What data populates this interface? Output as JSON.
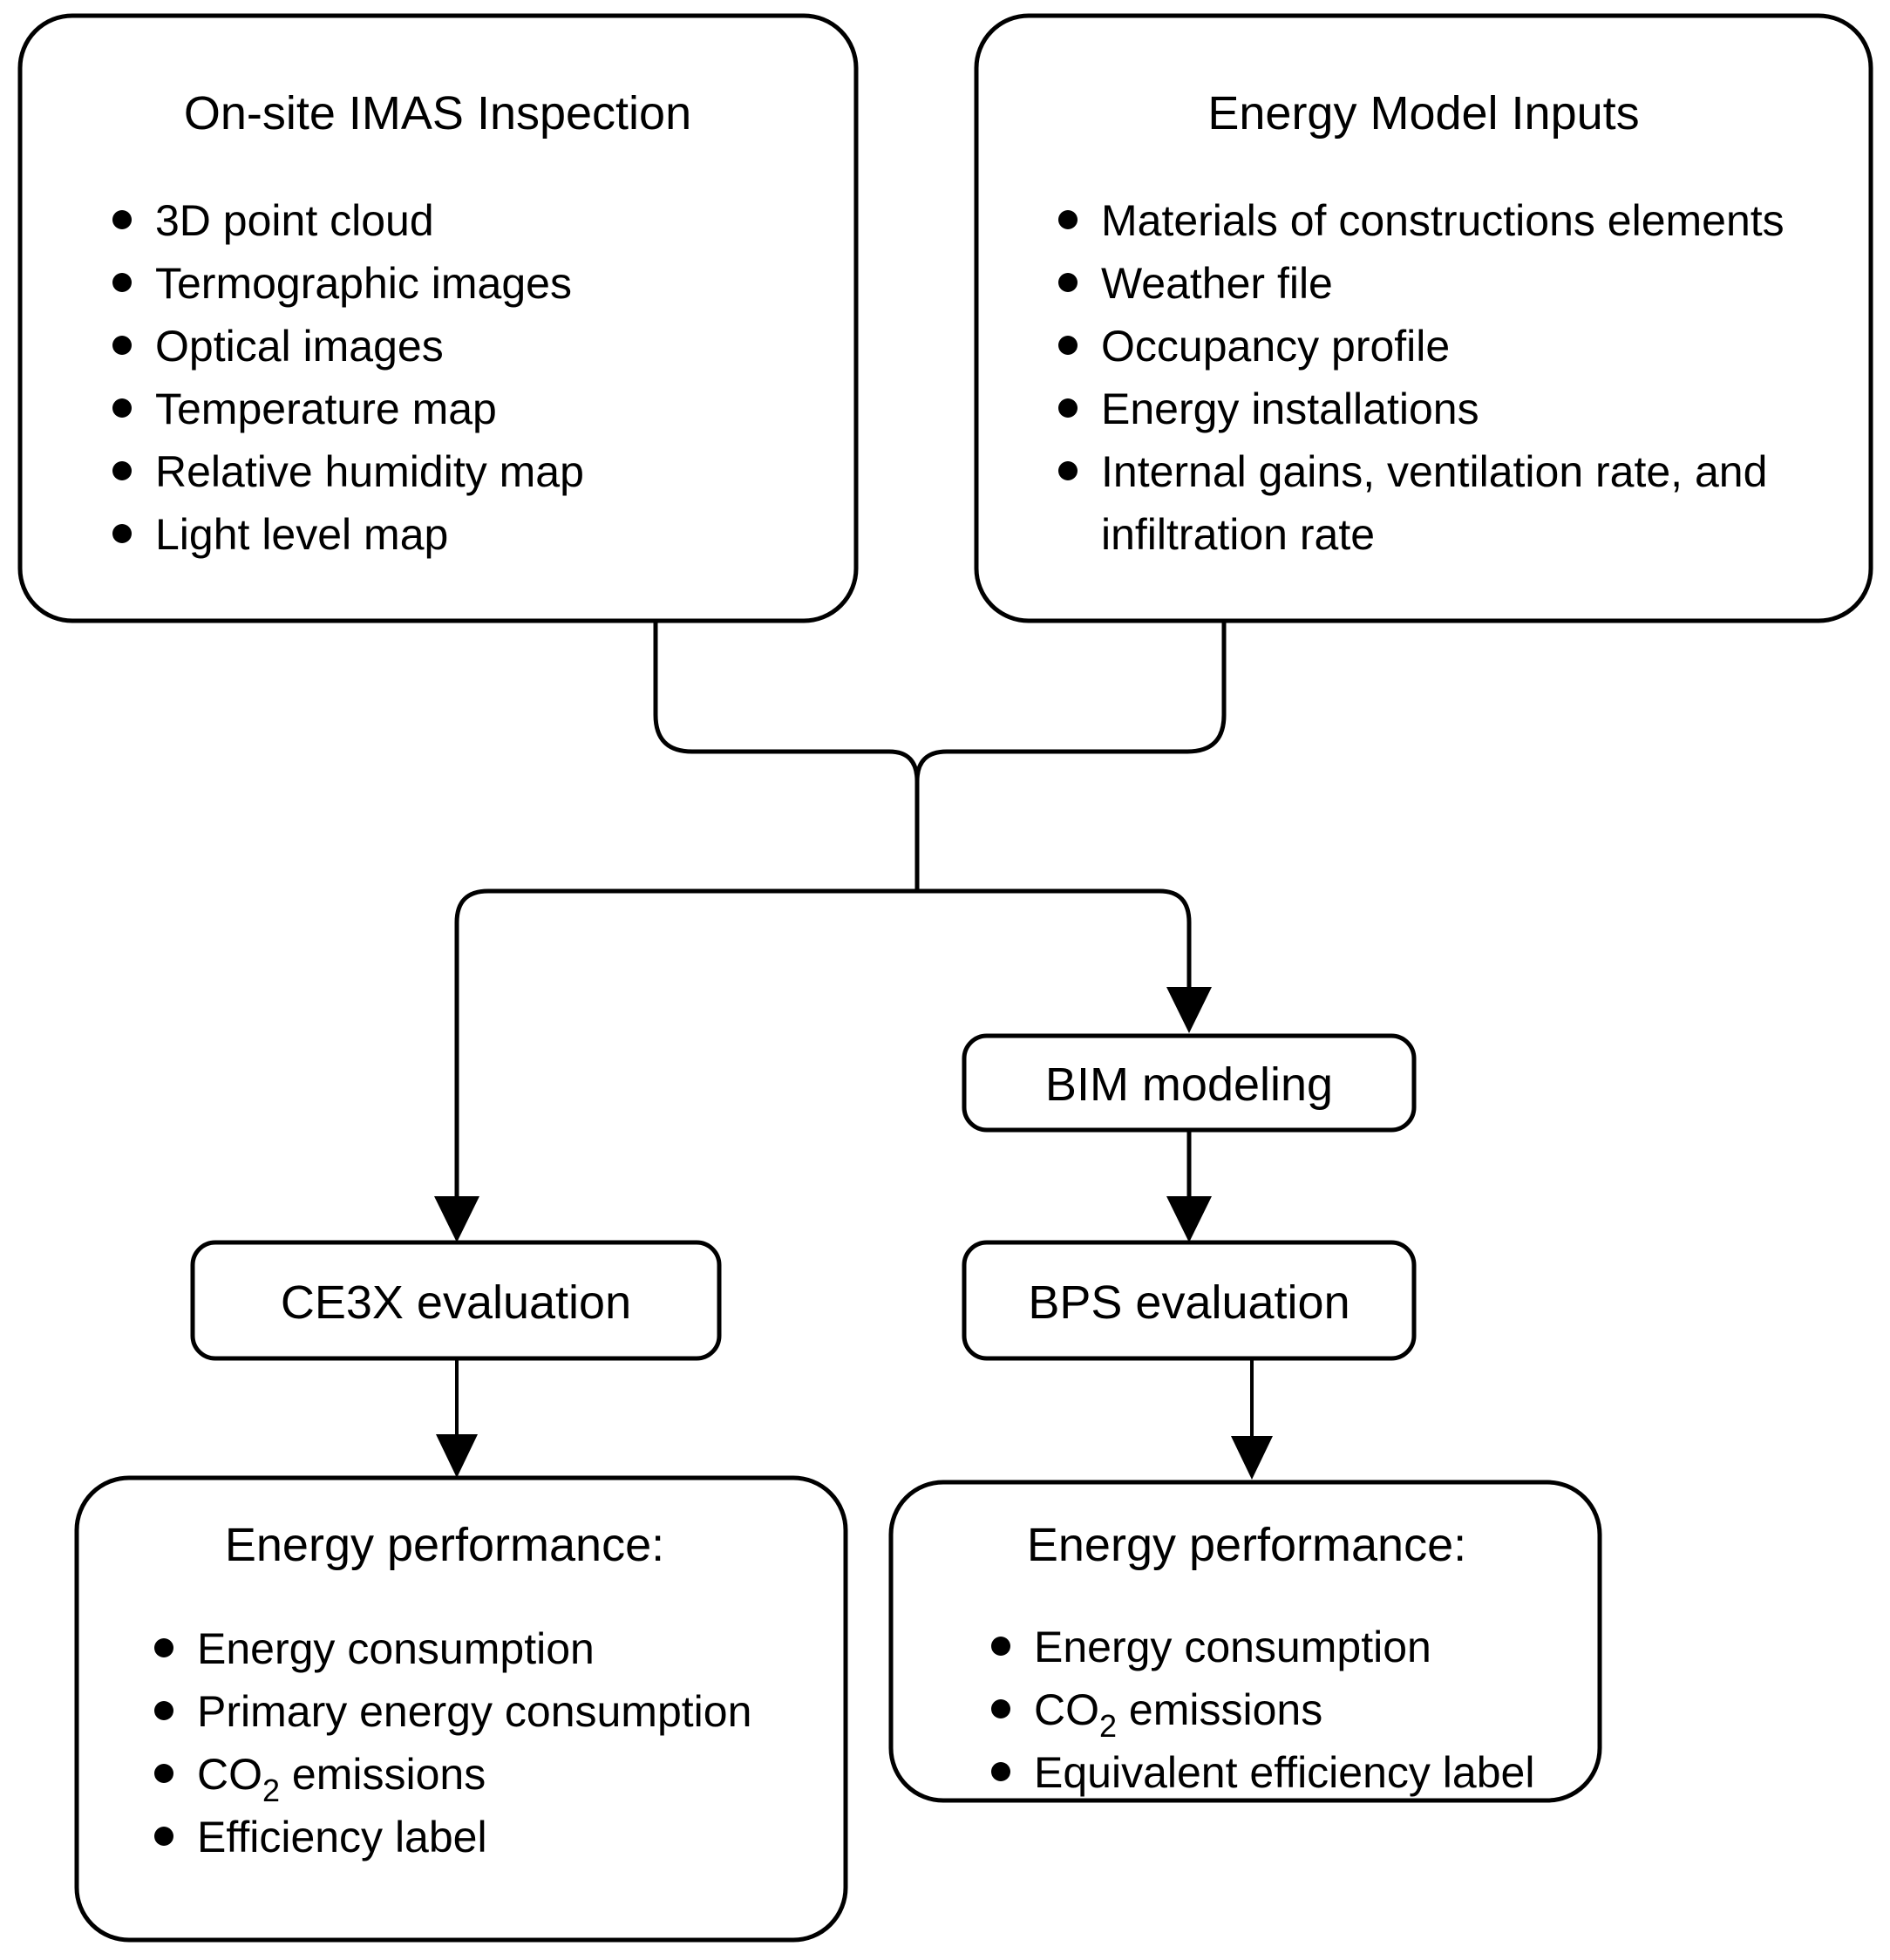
{
  "diagram": {
    "type": "flowchart",
    "title": "Energy performance assessment workflow",
    "background_color": "#ffffff",
    "line_color": "#000000",
    "text_color": "#000000"
  },
  "nodes": {
    "onsite_inspection": {
      "title": "On-site IMAS Inspection",
      "items": [
        "3D point cloud",
        "Termographic images",
        "Optical images",
        "Temperature map",
        "Relative humidity map",
        "Light level map"
      ]
    },
    "energy_model_inputs": {
      "title": "Energy Model Inputs",
      "items": [
        "Materials of constructions elements",
        "Weather file",
        "Occupancy profile",
        "Energy installations",
        "Internal gains, ventilation rate, and",
        "infiltration rate"
      ]
    },
    "bim_modeling": {
      "label": "BIM modeling"
    },
    "ce3x_evaluation": {
      "label": "CE3X evaluation"
    },
    "bps_evaluation": {
      "label": "BPS evaluation"
    },
    "energy_performance_ce3x": {
      "title": "Energy performance:",
      "items": [
        {
          "pre": "Energy consumption",
          "sub": "",
          "post": ""
        },
        {
          "pre": "Primary energy consumption",
          "sub": "",
          "post": ""
        },
        {
          "pre": "CO",
          "sub": "2",
          "post": " emissions"
        },
        {
          "pre": "Efficiency label",
          "sub": "",
          "post": ""
        }
      ]
    },
    "energy_performance_bps": {
      "title": "Energy performance:",
      "items": [
        {
          "pre": "Energy consumption",
          "sub": "",
          "post": ""
        },
        {
          "pre": "CO",
          "sub": "2",
          "post": " emissions"
        },
        {
          "pre": "Equivalent efficiency label",
          "sub": "",
          "post": ""
        }
      ]
    }
  },
  "edges": [
    {
      "from": "onsite_inspection",
      "to": "junction"
    },
    {
      "from": "energy_model_inputs",
      "to": "junction"
    },
    {
      "from": "junction",
      "to": "ce3x_evaluation"
    },
    {
      "from": "junction",
      "to": "bim_modeling"
    },
    {
      "from": "bim_modeling",
      "to": "bps_evaluation"
    },
    {
      "from": "ce3x_evaluation",
      "to": "energy_performance_ce3x"
    },
    {
      "from": "bps_evaluation",
      "to": "energy_performance_bps"
    }
  ]
}
